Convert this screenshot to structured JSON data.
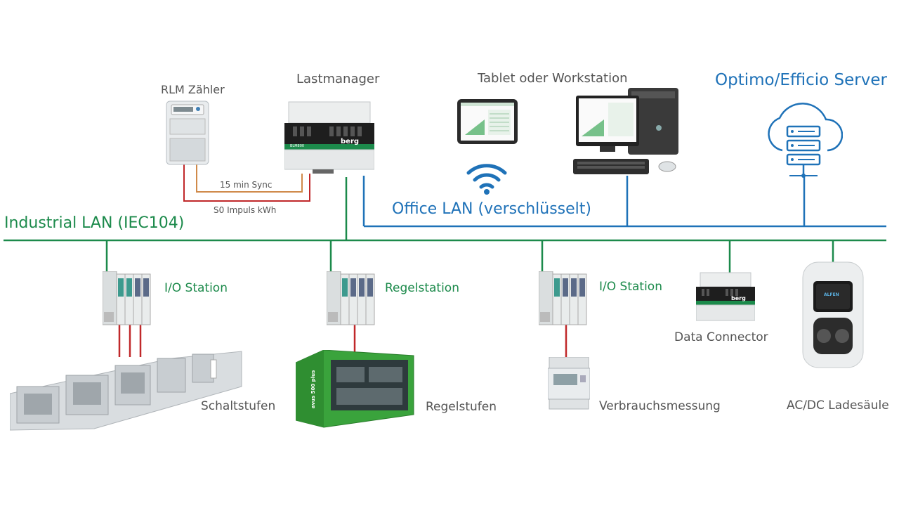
{
  "labels": {
    "rlm": "RLM Zähler",
    "lastmanager": "Lastmanager",
    "tablet_ws": "Tablet oder Workstation",
    "server": "Optimo/Efficio Server",
    "sync": "15 min Sync",
    "s0": "S0 Impuls kWh",
    "office_lan": "Office LAN (verschlüsselt)",
    "industrial_lan": "Industrial LAN (IEC104)",
    "io_station_1": "I/O Station",
    "regelstation": "Regelstation",
    "io_station_2": "I/O Station",
    "data_connector": "Data Connector",
    "schaltstufen": "Schaltstufen",
    "regelstufen": "Regelstufen",
    "verbrauchsmessung": "Verbrauchsmessung",
    "ladesaeule": "AC/DC Ladesäule"
  },
  "device_text": {
    "lastmanager_brand": "berg",
    "lastmanager_model": "BLM800",
    "connector_brand": "berg",
    "charger_brand": "ALFEN",
    "genset_text": "avus 500 plus"
  },
  "colors": {
    "industrial_lan": "#1c8a4b",
    "office_lan": "#1f72b8",
    "s0_wire": "#c0282a",
    "sync_wire": "#d08a4a",
    "label_gray": "#555555"
  }
}
